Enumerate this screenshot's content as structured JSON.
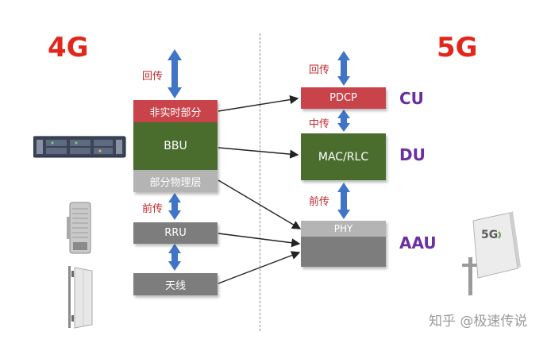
{
  "titles": {
    "left": "4G",
    "right": "5G"
  },
  "left": {
    "non_realtime": "非实时部分",
    "bbu": "BBU",
    "partial_phy": "部分物理层",
    "rru": "RRU",
    "antenna": "天线"
  },
  "right": {
    "pdcp": "PDCP",
    "mac_rlc": "MAC/RLC",
    "phy": "PHY"
  },
  "labels": {
    "backhaul_left": "回传",
    "backhaul_right": "回传",
    "fronthaul_left": "前传",
    "fronthaul_right": "前传",
    "midhaul": "中传"
  },
  "units": {
    "cu": "CU",
    "du": "DU",
    "aau": "AAU"
  },
  "watermark": "知乎 @极速传说",
  "colors": {
    "red": "#e3261b",
    "box_red": "#c9434a",
    "box_green": "#4a6d2e",
    "box_gray": "#7d7d7d",
    "box_light": "#b4b4b4",
    "arrow_blue": "#3f74c7",
    "purple": "#6a2fa0"
  },
  "icons": [
    "bbu-rack-icon",
    "rru-unit-icon",
    "panel-antenna-icon",
    "aau-5g-icon"
  ]
}
